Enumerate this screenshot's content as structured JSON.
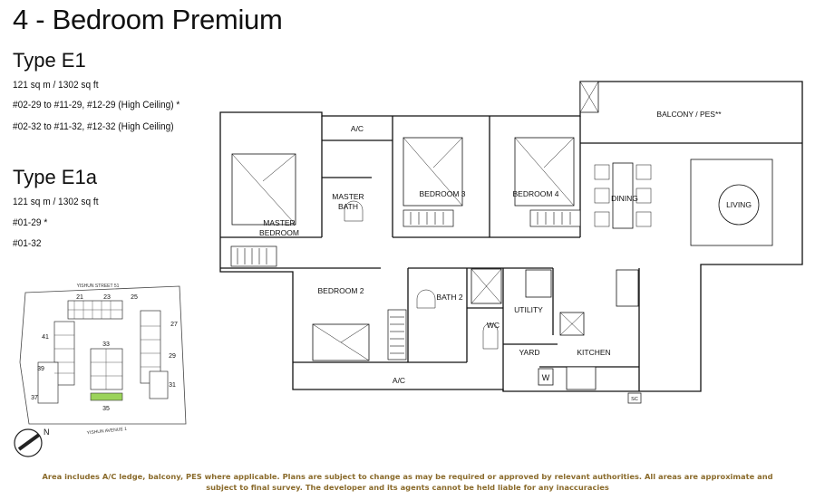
{
  "title": "4 - Bedroom Premium",
  "type_e1": {
    "heading": "Type E1",
    "area": "121 sq m / 1302 sq ft",
    "units_1": "#02-29 to #11-29, #12-29 (High Ceiling) *",
    "units_2": "#02-32 to #11-32, #12-32 (High Ceiling)"
  },
  "type_e1a": {
    "heading": "Type E1a",
    "area": "121 sq m / 1302 sq ft",
    "units_1": "#01-29 *",
    "units_2": "#01-32"
  },
  "site_plan": {
    "street_top": "YISHUN STREET 51",
    "street_bottom": "YISHUN AVENUE 1",
    "north": "N",
    "blocks": [
      "21",
      "23",
      "25",
      "27",
      "29",
      "31",
      "33",
      "35",
      "37",
      "39",
      "41"
    ],
    "highlight_color": "#9bd35a"
  },
  "rooms": {
    "balcony": "BALCONY / PES**",
    "ac_top": "A/C",
    "master_bath_1": "MASTER",
    "master_bath_2": "BATH",
    "bedroom3": "BEDROOM 3",
    "bedroom4": "BEDROOM 4",
    "dining": "DINING",
    "living": "LIVING",
    "master_bedroom_1": "MASTER",
    "master_bedroom_2": "BEDROOM",
    "bedroom2": "BEDROOM 2",
    "bath2": "BATH 2",
    "wc": "WC",
    "utility": "UTILITY",
    "yard": "YARD",
    "kitchen": "KITCHEN",
    "ac_bottom": "A/C",
    "w": "W",
    "sc": "SC"
  },
  "disclaimer": {
    "line1": "Area includes A/C ledge, balcony, PES where applicable.  Plans are subject to change as may be required or approved by relevant authorities.  All areas are approximate and",
    "line2": "subject to final survey.  The developer and its agents cannot be held liable for any inaccuracies"
  }
}
